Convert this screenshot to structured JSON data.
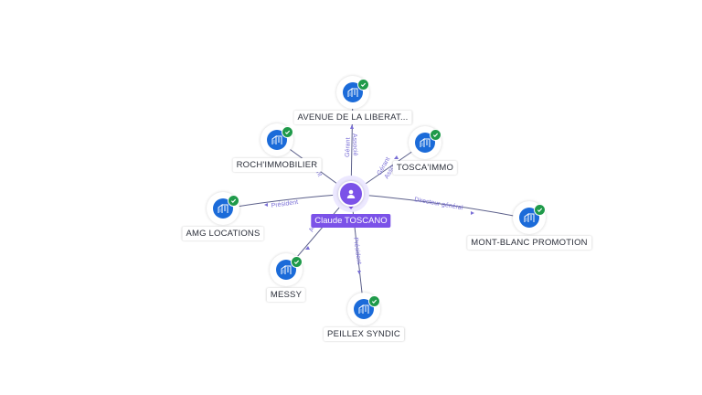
{
  "graph": {
    "center": {
      "name": "Claude TOSCANO",
      "icon": "person-icon",
      "color": "#7b52e8"
    },
    "accent_company": "#1b6bd9",
    "verified_color": "#1f9a4a",
    "companies": [
      {
        "name": "AVENUE DE LA LIBERAT...",
        "icon": "building-icon",
        "verified": true
      },
      {
        "name": "ROCH'IMMOBILIER",
        "icon": "building-icon",
        "verified": true
      },
      {
        "name": "TOSCA'IMMO",
        "icon": "building-icon",
        "verified": true
      },
      {
        "name": "AMG LOCATIONS",
        "icon": "building-icon",
        "verified": true
      },
      {
        "name": "MONT-BLANC PROMOTION",
        "icon": "building-icon",
        "verified": true
      },
      {
        "name": "MESSY",
        "icon": "building-icon",
        "verified": true
      },
      {
        "name": "PEILLEX SYNDIC",
        "icon": "building-icon",
        "verified": true
      }
    ],
    "edge_labels": {
      "avenue_1": "Gérant",
      "avenue_2": "Associé",
      "roch": "ant",
      "tosca_1": "Gérant",
      "tosca_2": "Asso",
      "amg": "Président",
      "montblanc": "Directeur général",
      "messy": "Asso",
      "peillex": "Président"
    }
  }
}
